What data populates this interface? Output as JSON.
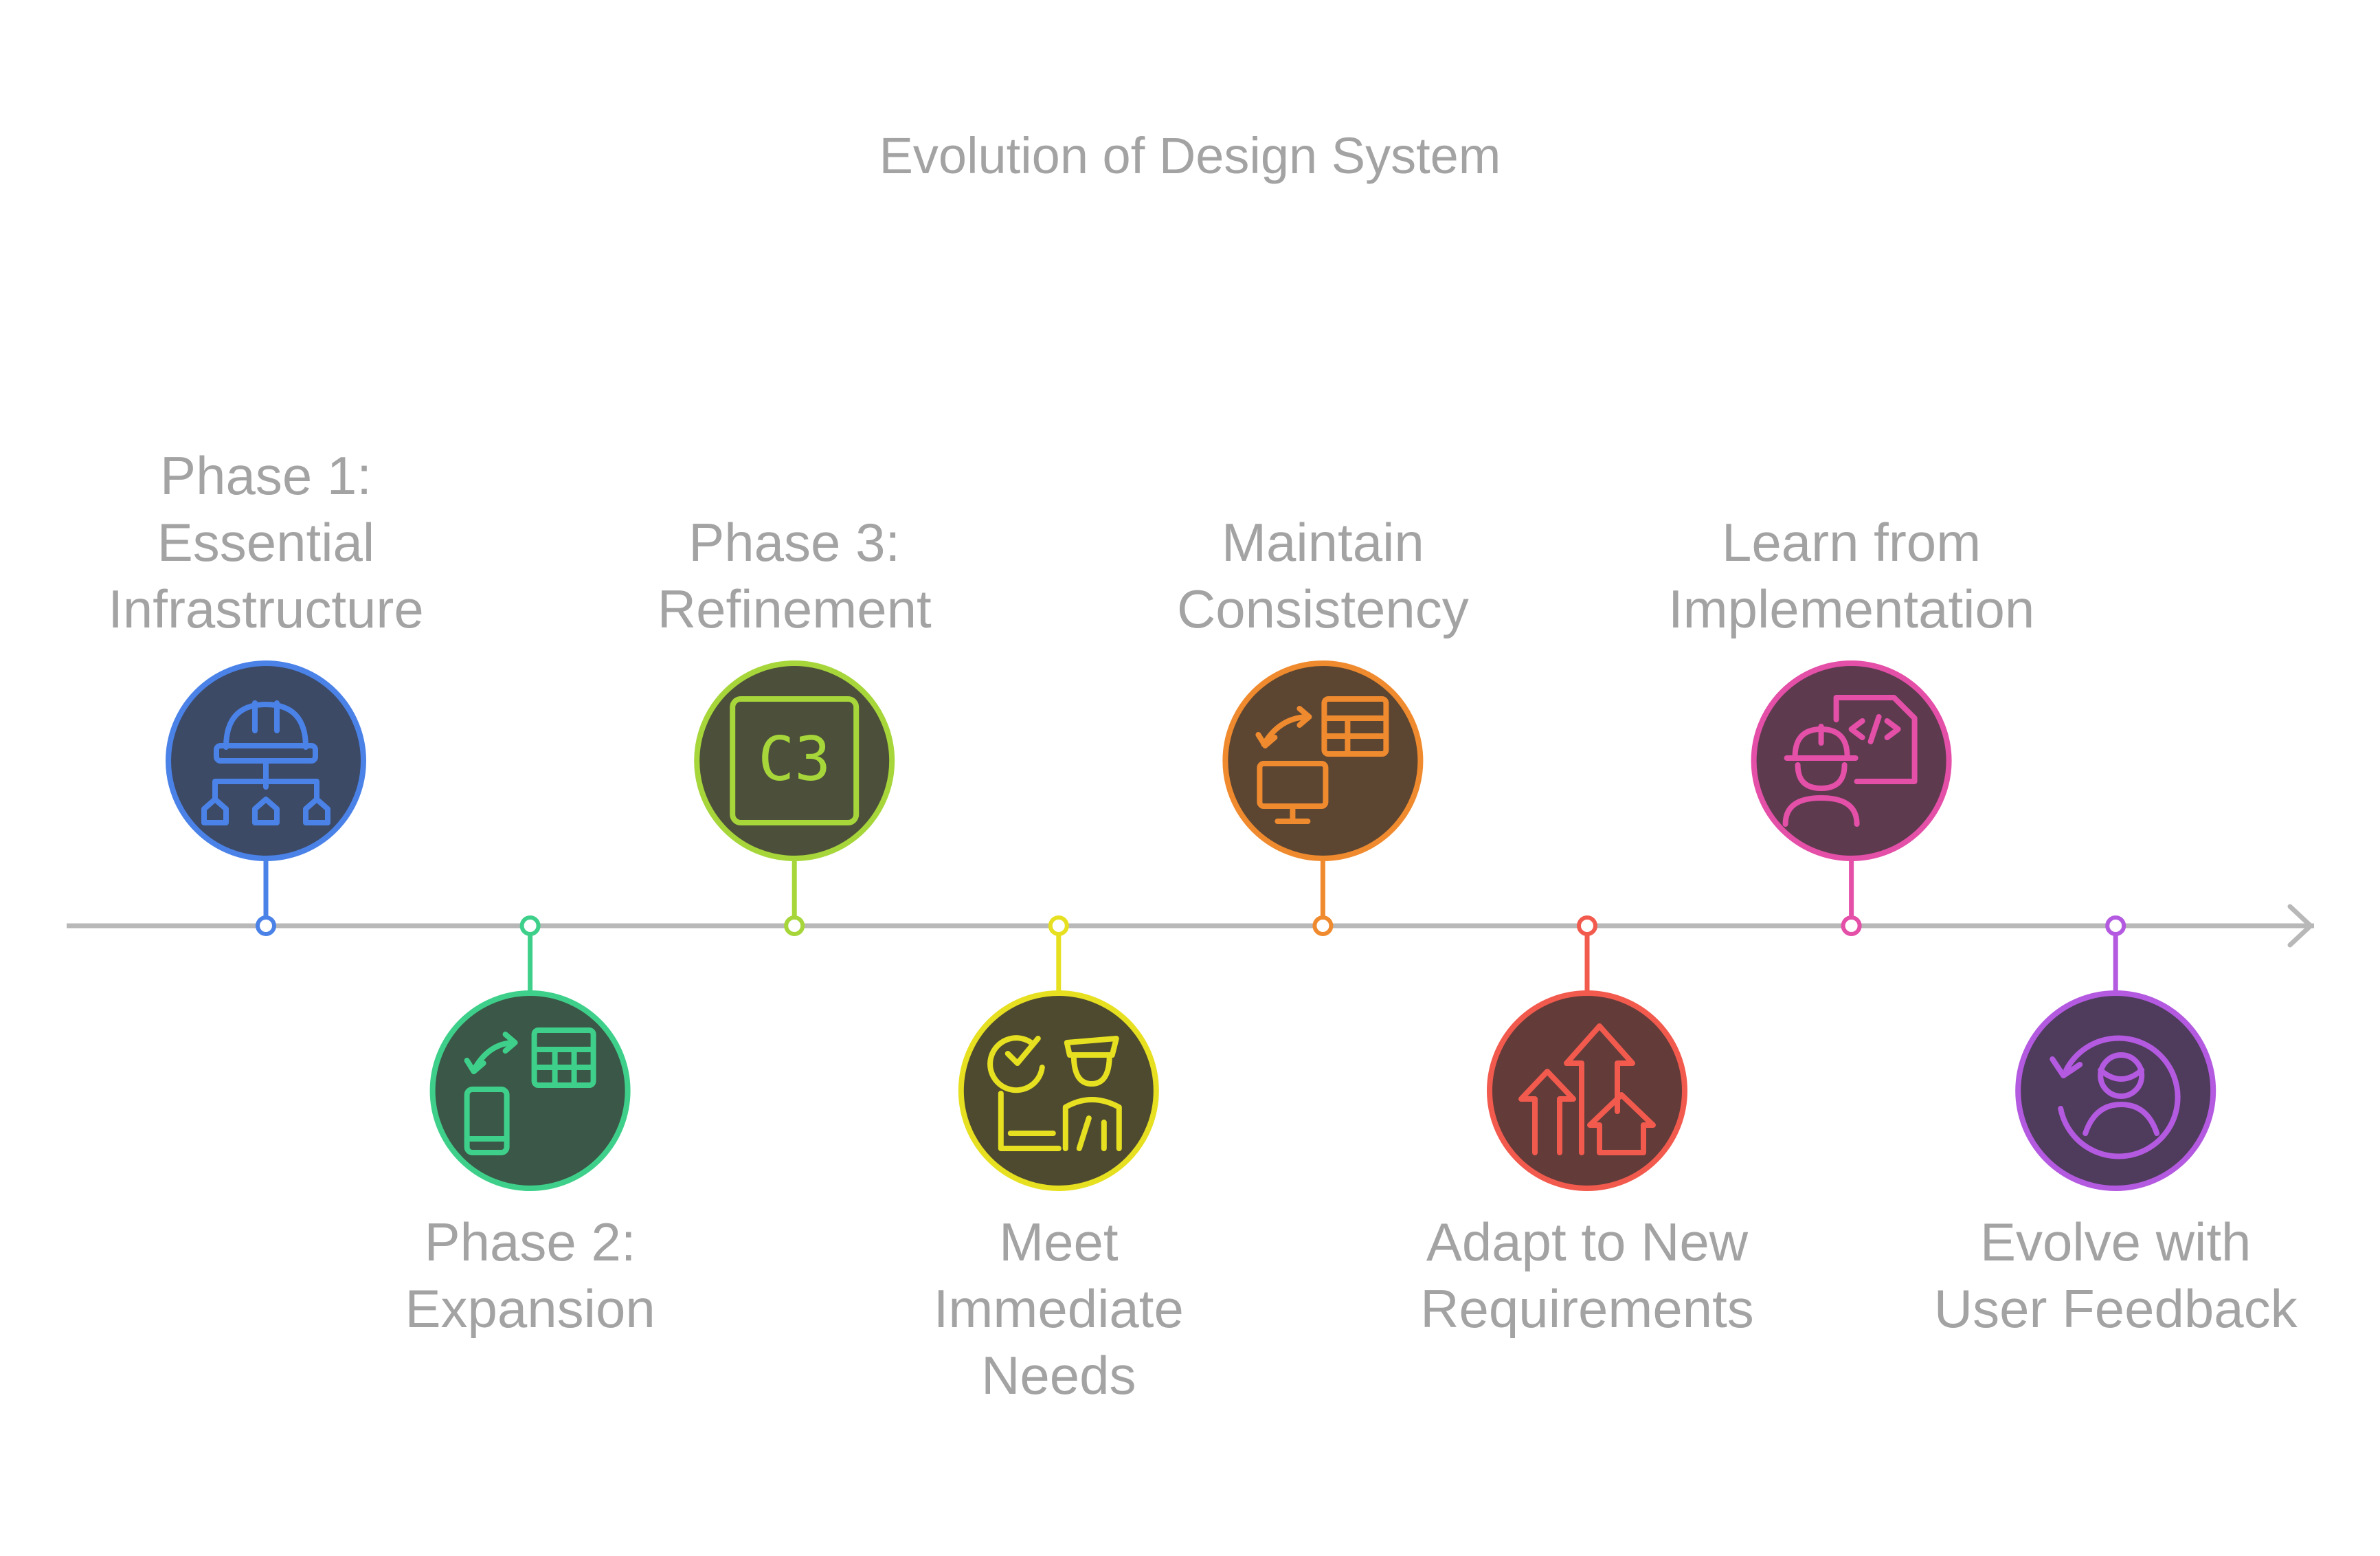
{
  "title": "Evolution of Design System",
  "colors": {
    "axis": "#b8b8b8",
    "text": "#a3a3a3"
  },
  "phases": [
    {
      "lines": [
        "Phase 1:",
        "Essential",
        "Infrastructure"
      ],
      "icon": "hardhat-hierarchy-icon",
      "color": "#4a82e8",
      "fill": "#3c4a66",
      "position": "above"
    },
    {
      "lines": [
        "Phase 2:",
        "Expansion"
      ],
      "icon": "device-sync-table-icon",
      "color": "#3ed08a",
      "fill": "#3a5747",
      "position": "below"
    },
    {
      "lines": [
        "Phase 3:",
        "Refinement"
      ],
      "icon": "c3-chip-icon",
      "color": "#a6d63a",
      "fill": "#4c4f3a",
      "position": "above"
    },
    {
      "lines": [
        "Meet",
        "Immediate",
        "Needs"
      ],
      "icon": "checklist-officer-icon",
      "color": "#e6e021",
      "fill": "#4e4a2f",
      "position": "below"
    },
    {
      "lines": [
        "Maintain",
        "Consistency"
      ],
      "icon": "monitor-sync-table-icon",
      "color": "#f08a2e",
      "fill": "#5c4632",
      "position": "above"
    },
    {
      "lines": [
        "Adapt to New",
        "Requirements"
      ],
      "icon": "up-arrows-icon",
      "color": "#f25a4e",
      "fill": "#633b39",
      "position": "below"
    },
    {
      "lines": [
        "Learn from",
        "Implementation"
      ],
      "icon": "engineer-code-icon",
      "color": "#e44fa8",
      "fill": "#5e3a4f",
      "position": "above"
    },
    {
      "lines": [
        "Evolve with",
        "User Feedback"
      ],
      "icon": "user-feedback-icon",
      "color": "#b35ae0",
      "fill": "#4f3b5c",
      "position": "below"
    }
  ]
}
